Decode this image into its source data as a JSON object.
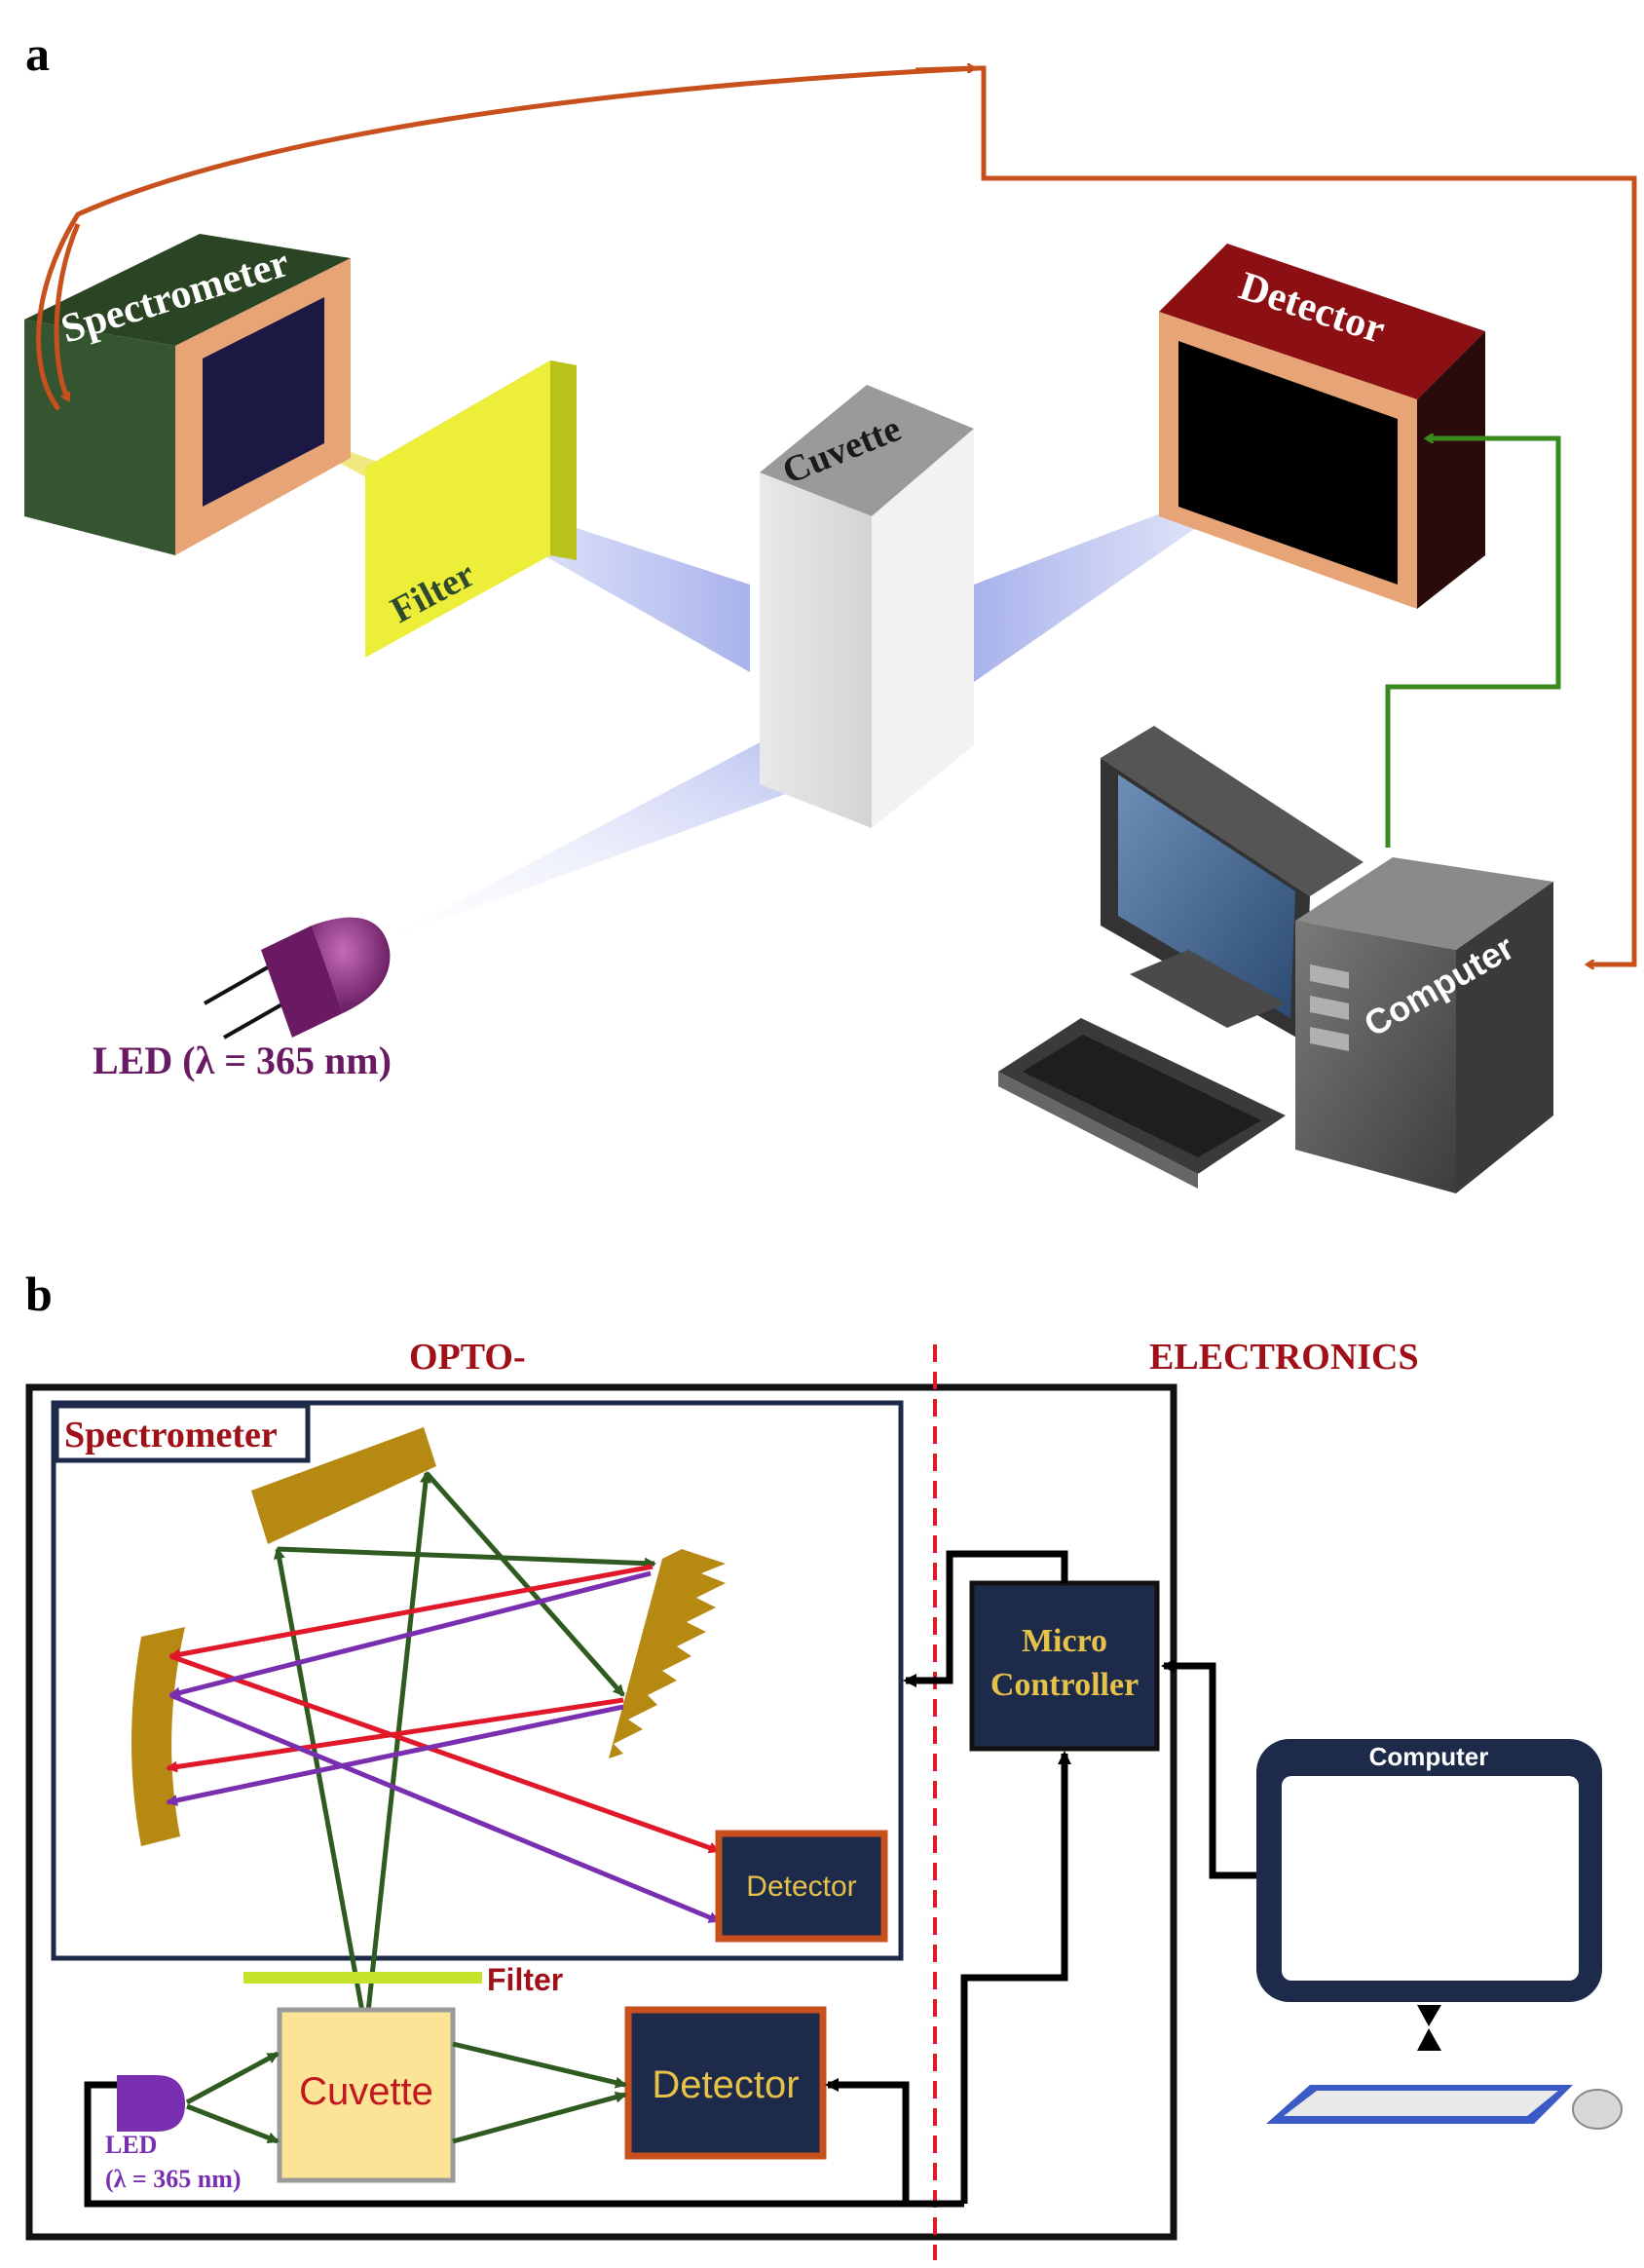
{
  "panel_a": {
    "panel_label": "a",
    "spectrometer_label": "Spectrometer",
    "filter_label": "Filter",
    "cuvette_label": "Cuvette",
    "detector_label": "Detector",
    "computer_label": "Computer",
    "led_label": "LED (λ = 365 nm)"
  },
  "panel_b": {
    "panel_label": "b",
    "opto_label": "OPTO-",
    "electronics_label": "ELECTRONICS",
    "spectrometer_label": "Spectrometer",
    "detector_inner_label": "Detector",
    "filter_label": "Filter",
    "cuvette_label": "Cuvette",
    "detector_main_label": "Detector",
    "led_label": "LED",
    "led_wavelength": "(λ = 365 nm)",
    "micro_label_1": "Micro",
    "micro_label_2": "Controller",
    "computer_label": "Computer"
  },
  "colors": {
    "orange_arrow": "#c8501c",
    "green_arrow": "#3a8a1e",
    "spectrometer_green": "#2f4a2a",
    "detector_red": "#8c0f14",
    "filter_yellow": "#e6ea2a",
    "led_purple": "#7a1f6e",
    "beam_blue": "#aeb7ee",
    "ray_red": "#e0182a",
    "ray_purple": "#7a2fb0",
    "ray_green": "#2f5a20",
    "mirror_gold": "#b68a12",
    "navy_box": "#1e2a4a",
    "dark_red_text": "#a01018"
  }
}
